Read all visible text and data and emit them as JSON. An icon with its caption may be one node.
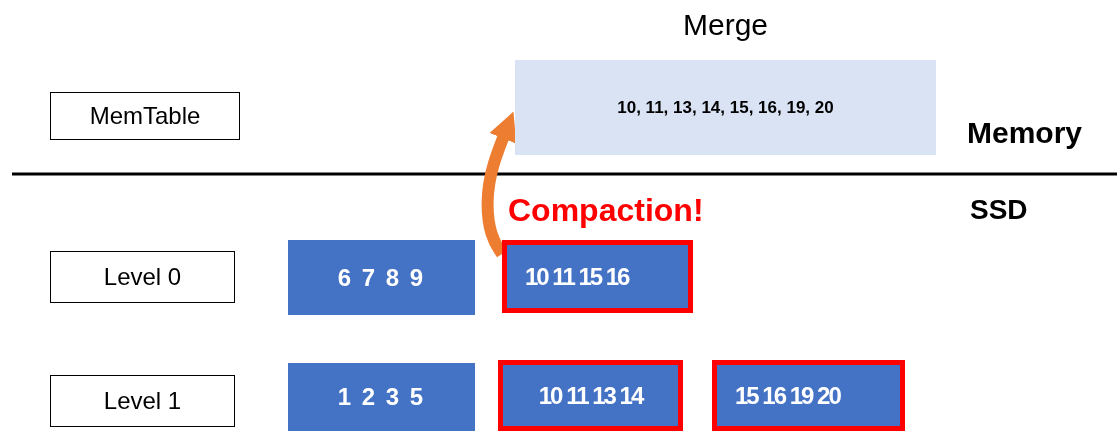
{
  "diagram": {
    "nodes": [
      {
        "text": [
          "MemTable"
        ]
      },
      {
        "text": [
          "Merge",
          "10, 11, 13, 14, 15, 16, 19, 20"
        ]
      },
      {
        "text": [
          "Level 0"
        ]
      },
      {
        "text": [
          "6 7 8 9"
        ]
      },
      {
        "text": [
          "10 11 15 16"
        ]
      },
      {
        "text": [
          "Level 1"
        ]
      },
      {
        "text": [
          "1 2 3 5"
        ]
      },
      {
        "text": [
          "10 11 13 14"
        ]
      },
      {
        "text": [
          "15 16 19 20"
        ]
      }
    ],
    "edges": [
      {
        "from": 4,
        "to": 1,
        "arrow": "to",
        "color": "#ed7d31"
      }
    ],
    "labels": [
      "Memory",
      "Compaction!",
      "SSD"
    ]
  }
}
